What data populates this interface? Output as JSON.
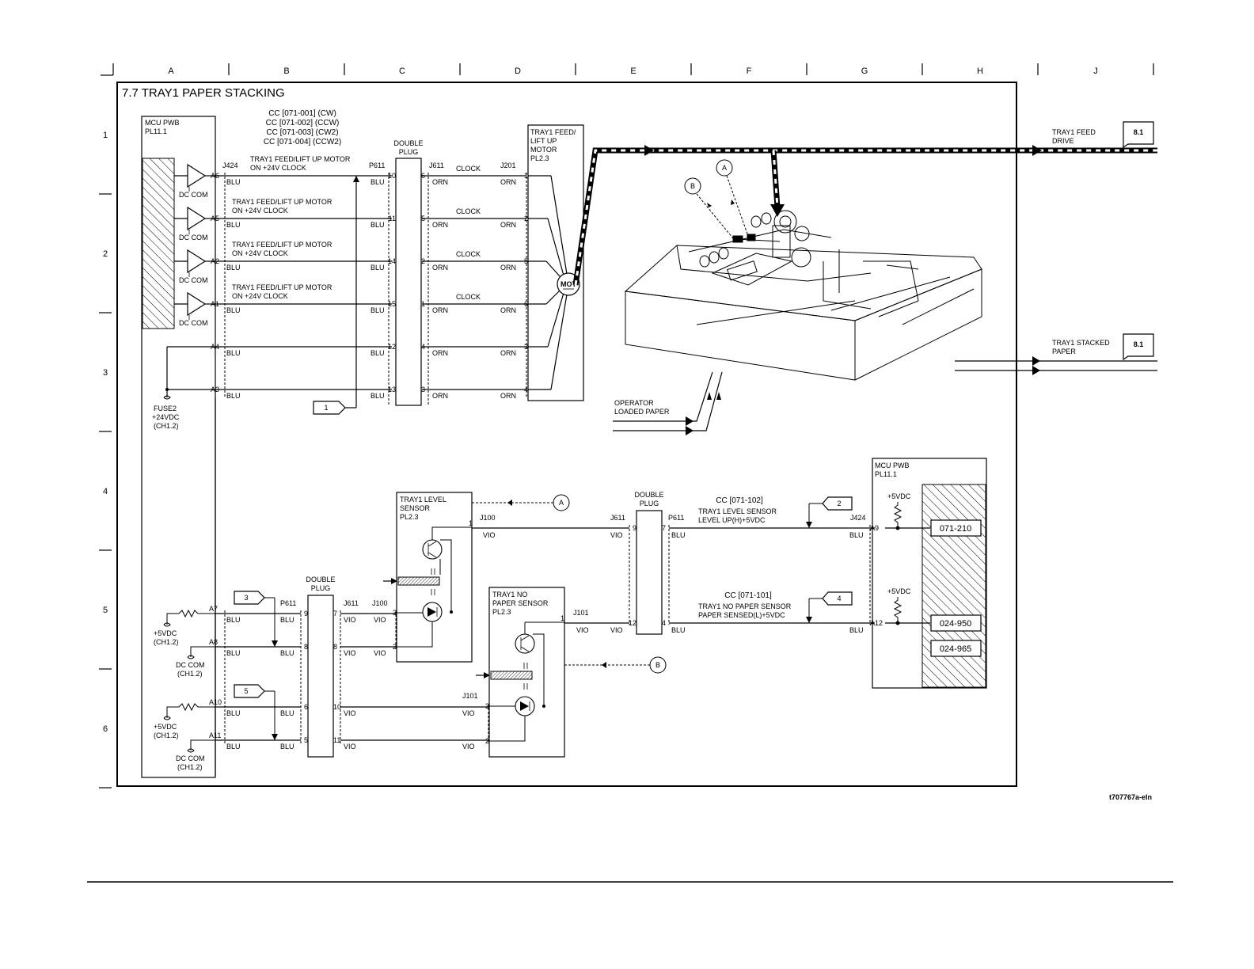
{
  "grid": {
    "columns": [
      "A",
      "B",
      "C",
      "D",
      "E",
      "F",
      "G",
      "H",
      "J"
    ],
    "rows": [
      "1",
      "2",
      "3",
      "4",
      "5",
      "6"
    ]
  },
  "title": "7.7 TRAY1 PAPER STACKING",
  "figure_id": "t707767a-eln",
  "mcu_left": {
    "name": "MCU PWB",
    "pl": "PL11.1",
    "connector": "J424"
  },
  "cc_codes_top": [
    "CC [071-001] (CW)",
    "CC [071-002] (CCW)",
    "CC [071-003] (CW2)",
    "CC [071-004] (CCW2)"
  ],
  "signal_lines": [
    {
      "pin": "A6",
      "sig1": "TRAY1 FEED/LIFT UP MOTOR",
      "sig2": "ON +24V CLOCK",
      "p611": "10",
      "j611": "6",
      "j201": "1",
      "clock": "CLOCK"
    },
    {
      "pin": "A5",
      "sig1": "TRAY1 FEED/LIFT UP MOTOR",
      "sig2": "ON +24V CLOCK",
      "p611": "11",
      "j611": "5",
      "j201": "2",
      "clock": "CLOCK"
    },
    {
      "pin": "A2",
      "sig1": "TRAY1 FEED/LIFT UP MOTOR",
      "sig2": "ON +24V CLOCK",
      "p611": "14",
      "j611": "2",
      "j201": "5",
      "clock": "CLOCK"
    },
    {
      "pin": "A1",
      "sig1": "TRAY1 FEED/LIFT UP MOTOR",
      "sig2": "ON +24V CLOCK",
      "p611": "15",
      "j611": "1",
      "j201": "6",
      "clock": "CLOCK"
    },
    {
      "pin": "A4",
      "p611": "12",
      "j611": "4",
      "j201": "3"
    },
    {
      "pin": "A3",
      "p611": "13",
      "j611": "3",
      "j201": "4"
    }
  ],
  "dc_com": "DC COM",
  "wire_colors": {
    "blu": "BLU",
    "orn": "ORN",
    "vio": "VIO"
  },
  "conn_labels": {
    "p611": "P611",
    "j611": "J611",
    "j201": "J201",
    "j100": "J100",
    "j101": "J101"
  },
  "double_plug": [
    "DOUBLE",
    "PLUG"
  ],
  "fuse": [
    "FUSE2",
    "+24VDC",
    "(CH1.2)"
  ],
  "motor": {
    "lines": [
      "TRAY1 FEED/",
      "LIFT UP",
      "MOTOR",
      "PL2.3"
    ],
    "symbol": "MOT"
  },
  "feed_drive": {
    "lines": [
      "TRAY1 FEED",
      "DRIVE"
    ],
    "ref": "8.1"
  },
  "stacked_paper": {
    "lines": [
      "TRAY1 STACKED",
      "PAPER"
    ],
    "ref": "8.1"
  },
  "operator_loaded": [
    "OPERATOR",
    "LOADED PAPER"
  ],
  "markers": {
    "a": "A",
    "b": "B"
  },
  "flags": [
    "1",
    "2",
    "3",
    "4",
    "5"
  ],
  "level_sensor": {
    "lines": [
      "TRAY1 LEVEL",
      "SENSOR",
      "PL2.3"
    ],
    "pin1": "1",
    "pin3": "3",
    "pin2": "2"
  },
  "no_paper_sensor": {
    "lines": [
      "TRAY1 NO",
      "PAPER SENSOR",
      "PL2.3"
    ],
    "pin1": "1",
    "pin3": "3",
    "pin2": "2"
  },
  "mcu_right": {
    "name": "MCU PWB",
    "pl": "PL11.1",
    "connector": "J424",
    "pin_a9": "A9",
    "pin_a12": "A12",
    "vdc": "+5VDC"
  },
  "cc_102": {
    "code": "CC [071-102]",
    "line1": "TRAY1 LEVEL SENSOR",
    "line2": "LEVEL UP(H)+5VDC"
  },
  "cc_101": {
    "code": "CC [071-101]",
    "line1": "TRAY1 NO PAPER SENSOR",
    "line2": "PAPER SENSED(L)+5VDC"
  },
  "fault_codes": [
    "071-210",
    "024-950",
    "024-965"
  ],
  "lower_left": {
    "pins": [
      "A7",
      "A8",
      "A10",
      "A11"
    ],
    "vdc": [
      "+5VDC",
      "(CH1.2)"
    ],
    "dccom": [
      "DC COM",
      "(CH1.2)"
    ],
    "p611_9": "9",
    "p611_8": "8",
    "p611_6": "6",
    "p611_5": "5",
    "j611_7": "7",
    "j611_8": "8",
    "j611_10": "10",
    "j611_11": "11",
    "mid_9": "9",
    "mid_7": "7",
    "mid_12": "12",
    "mid_4": "4"
  }
}
